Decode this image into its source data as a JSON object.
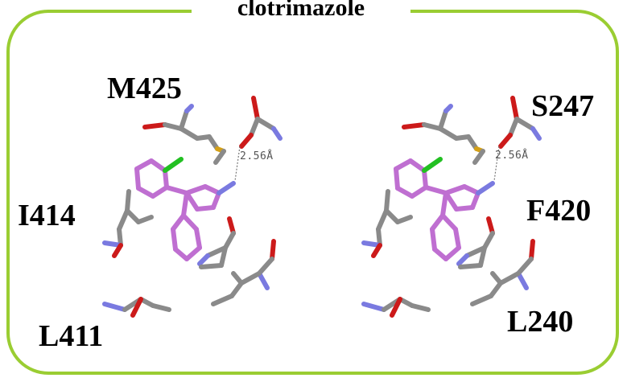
{
  "title": "clotrimazole",
  "left_panel": {
    "residues": [
      "M425",
      "I414",
      "L411"
    ],
    "distance": "2.56Å"
  },
  "right_panel": {
    "residues": [
      "S247",
      "F420",
      "L240"
    ],
    "distance": "2.56Å"
  },
  "colors": {
    "frame": "#9ACD32",
    "ligand": "#BF6FD1",
    "carbon": "#8A8A8A",
    "oxygen": "#CC1A1A",
    "nitrogen": "#7A7AE0",
    "sulfur": "#D4A017",
    "chlorine": "#22C022"
  }
}
